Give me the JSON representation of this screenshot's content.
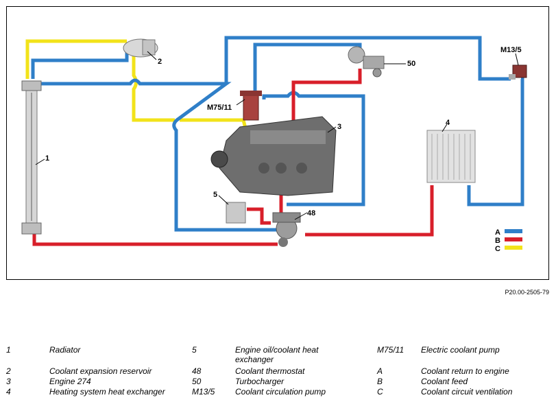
{
  "diagram": {
    "labels": {
      "radiator": "1",
      "reservoir": "2",
      "engine": "3",
      "heat_exchanger": "4",
      "oil_cooler": "5",
      "thermostat": "48",
      "turbo": "50",
      "circ_pump": "M13/5",
      "elec_pump": "M75/11"
    },
    "legend_keys": [
      {
        "key": "A",
        "color": "#2f7fc8"
      },
      {
        "key": "B",
        "color": "#d81f2a"
      },
      {
        "key": "C",
        "color": "#f2e31a"
      }
    ],
    "colors": {
      "return": "#2f7fc8",
      "feed": "#d81f2a",
      "vent": "#f2e31a"
    },
    "reference": "P20.00-2505-79"
  },
  "legend": [
    {
      "num": "1",
      "desc": "Radiator"
    },
    {
      "num": "2",
      "desc": "Coolant expansion reservoir"
    },
    {
      "num": "3",
      "desc": "Engine 274"
    },
    {
      "num": "4",
      "desc": "Heating system heat exchanger"
    },
    {
      "num": "5",
      "desc": "Engine oil/coolant heat exchanger"
    },
    {
      "num": "48",
      "desc": "Coolant thermostat"
    },
    {
      "num": "50",
      "desc": "Turbocharger"
    },
    {
      "num": "M13/5",
      "desc": "Coolant circulation pump"
    },
    {
      "num": "M75/11",
      "desc": "Electric coolant pump"
    },
    {
      "num": "A",
      "desc": "Coolant return to engine"
    },
    {
      "num": "B",
      "desc": "Coolant feed"
    },
    {
      "num": "C",
      "desc": "Coolant circuit ventilation"
    }
  ]
}
